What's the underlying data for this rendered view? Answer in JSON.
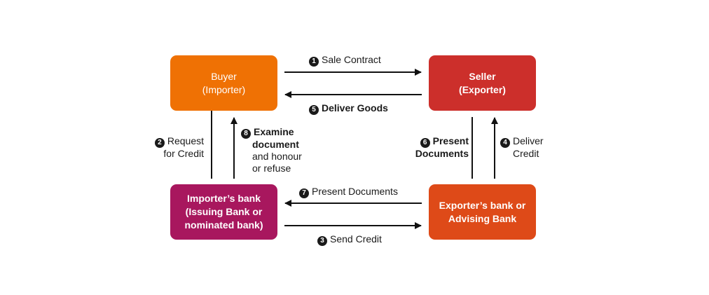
{
  "colors": {
    "buyer": "#ef7104",
    "seller": "#cc2f2b",
    "importers_bank": "#a8175e",
    "exporters_bank": "#de4a18",
    "arrow": "#111111"
  },
  "nodes": {
    "buyer": {
      "line1": "Buyer",
      "line2": "(Importer)"
    },
    "seller": {
      "line1": "Seller",
      "line2": "(Exporter)"
    },
    "importers_bank": {
      "line1": "Importer’s bank",
      "line2": "(Issuing Bank or",
      "line3": "nominated bank)"
    },
    "exporters_bank": {
      "line1": "Exporter’s bank or",
      "line2": "Advising Bank"
    }
  },
  "steps": {
    "s1": {
      "num": "1",
      "text": "Sale Contract"
    },
    "s2": {
      "num": "2",
      "line1": "Request",
      "line2": "for Credit"
    },
    "s3": {
      "num": "3",
      "text": "Send Credit"
    },
    "s4": {
      "num": "4",
      "line1": "Deliver",
      "line2": "Credit"
    },
    "s5": {
      "num": "5",
      "text": "Deliver Goods"
    },
    "s6": {
      "num": "6",
      "line1": "Present",
      "line2": "Documents"
    },
    "s7": {
      "num": "7",
      "text": "Present Documents"
    },
    "s8": {
      "num": "8",
      "line1": "Examine",
      "line2": "document",
      "line3": "and honour",
      "line4": "or refuse"
    }
  }
}
